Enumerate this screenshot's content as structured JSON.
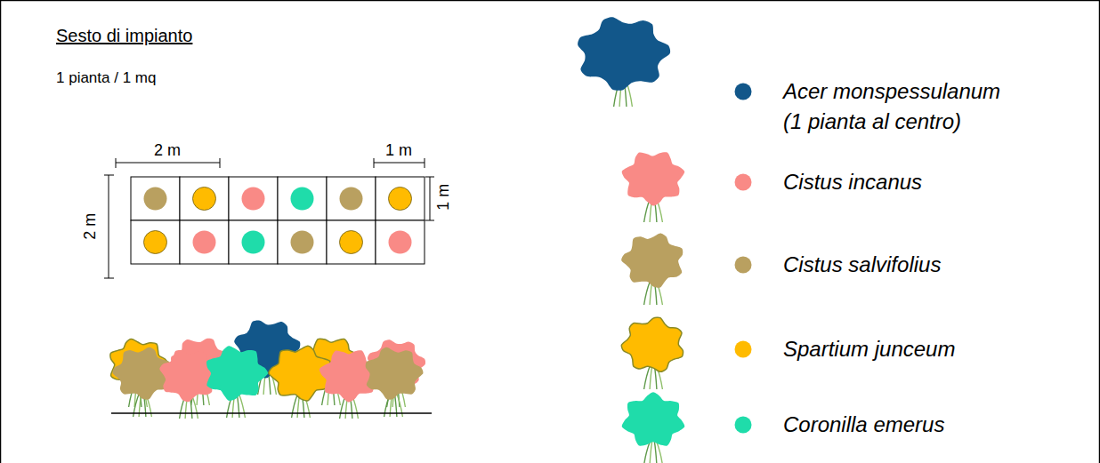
{
  "diagram": {
    "title": "Sesto di impianto",
    "labels": [
      "1 pianta / 1 mq",
      "2 m",
      "1 m",
      "2 m",
      "1 m"
    ],
    "legend": [
      {
        "text": "Acer monspessulanum (1 pianta al centro)",
        "color": "#12578a"
      },
      {
        "text": "Cistus incanus",
        "color": "#f98a86"
      },
      {
        "text": "Cistus salvifolius",
        "color": "#b9a060"
      },
      {
        "text": "Spartium junceum",
        "color": "#ffbb00"
      },
      {
        "text": "Coronilla emerus",
        "color": "#1fdcaa"
      }
    ]
  }
}
